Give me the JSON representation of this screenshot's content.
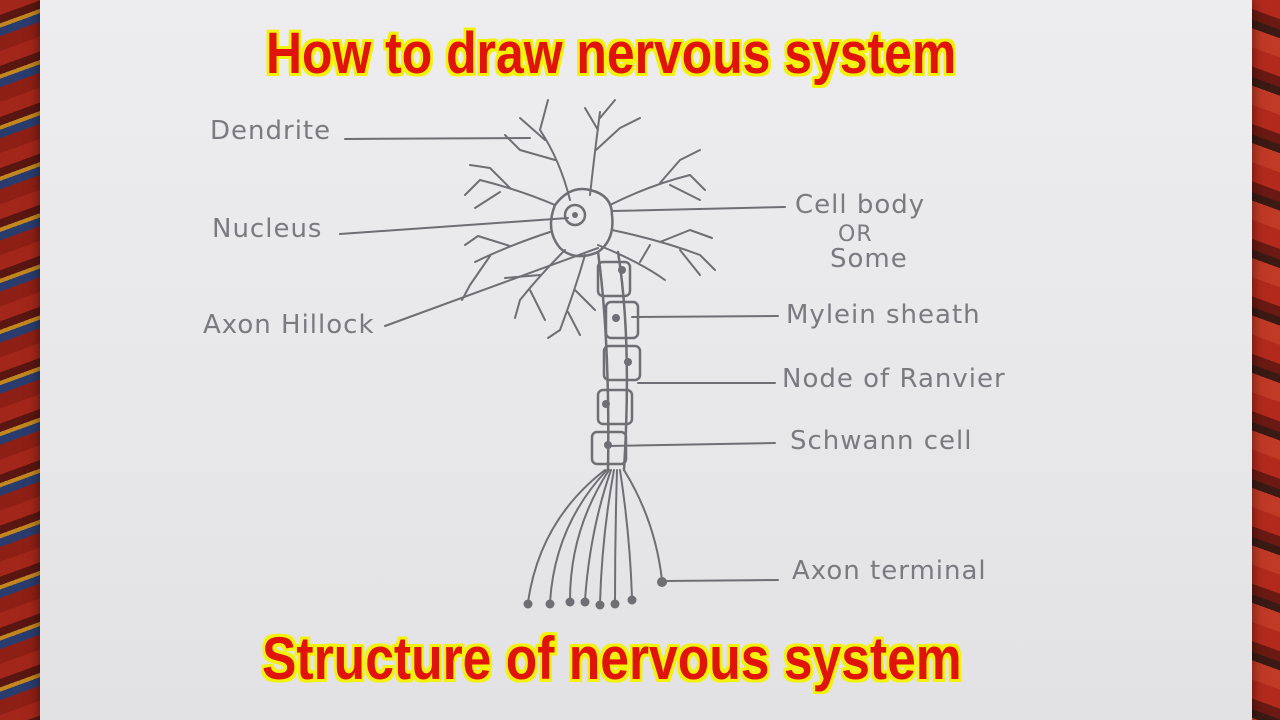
{
  "title_top": "How to draw nervous system",
  "title_bottom": "Structure of nervous system",
  "labels": {
    "dendrite": "Dendrite",
    "nucleus": "Nucleus",
    "axon_hillock": "Axon Hillock",
    "cell_body_line1": "Cell body",
    "cell_body_line2": "OR",
    "cell_body_line3": "Some",
    "myelin_sheath": "Mylein sheath",
    "node_of_ranvier": "Node of Ranvier",
    "schwann_cell": "Schwann cell",
    "axon_terminal": "Axon terminal"
  },
  "colors": {
    "title_text": "#e0140c",
    "title_outline": "#f2f20a",
    "pencil": "#7a7a80"
  }
}
